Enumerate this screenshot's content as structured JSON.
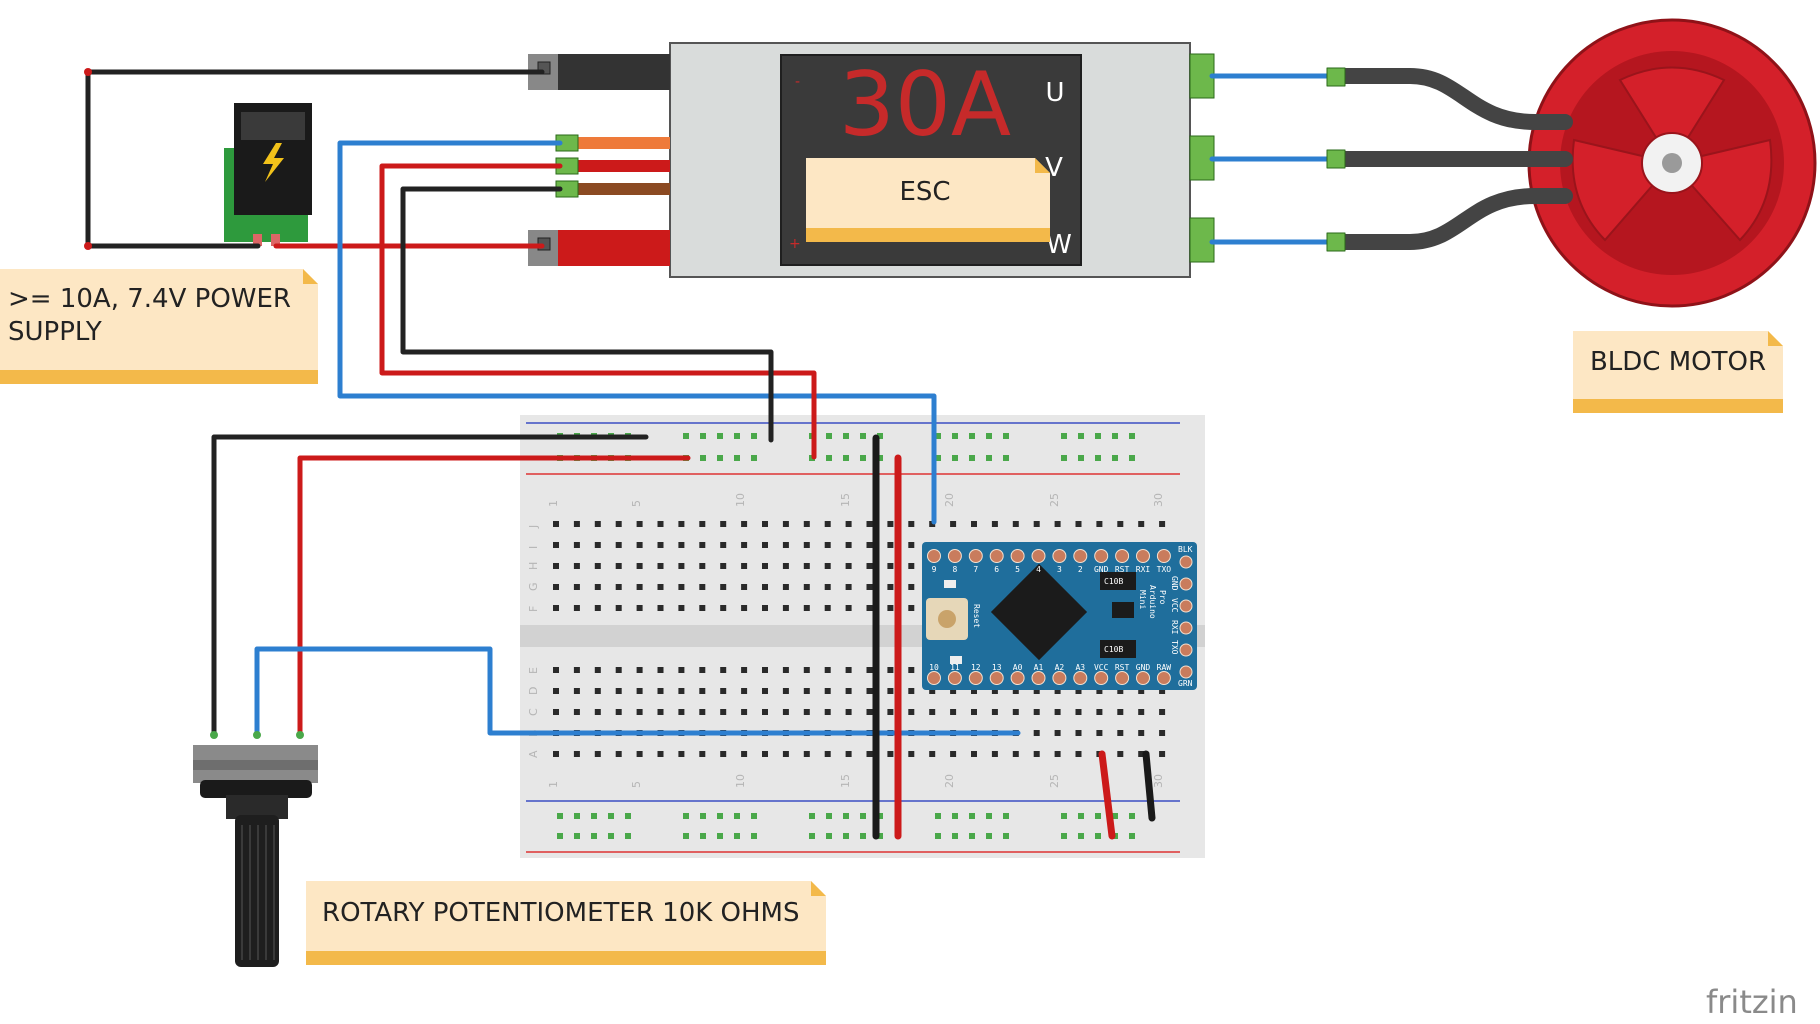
{
  "esc": {
    "rating": "30A",
    "label": "ESC",
    "phase_u": "U",
    "phase_v": "V",
    "phase_w": "W",
    "minus": "-",
    "plus": "+"
  },
  "notes": {
    "power_supply": {
      "line1": ">= 10A, 7.4V POWER",
      "line2": "SUPPLY"
    },
    "motor": "BLDC MOTOR",
    "potentiometer": "ROTARY POTENTIOMETER 10K OHMS"
  },
  "breadboard": {
    "columns_top": [
      "1",
      "5",
      "10",
      "15",
      "20",
      "25",
      "30"
    ],
    "columns_bottom": [
      "1",
      "5",
      "10",
      "15",
      "20",
      "25",
      "30"
    ],
    "rows_upper": [
      "J",
      "I",
      "H",
      "G",
      "F"
    ],
    "rows_lower": [
      "E",
      "D",
      "C",
      "B",
      "A"
    ]
  },
  "arduino": {
    "top_pins": [
      "9",
      "8",
      "7",
      "6",
      "5",
      "4",
      "3",
      "2",
      "GND",
      "RST",
      "RXI",
      "TXO"
    ],
    "bottom_pins": [
      "10",
      "11",
      "12",
      "13",
      "A0",
      "A1",
      "A2",
      "A3",
      "VCC",
      "RST",
      "GND",
      "RAW"
    ],
    "side_labels": [
      "BLK",
      "GND",
      "VCC",
      "RXI",
      "TXO",
      "GRN"
    ],
    "board_text": [
      "Arduino",
      "Pro",
      "Mini"
    ],
    "reset_label": "Reset",
    "cap_label": "C10B"
  },
  "watermark": "fritzin",
  "colors": {
    "wire_black": "#222222",
    "wire_red": "#cc1a1a",
    "wire_blue": "#2d7fd0",
    "wire_orange": "#ee7a3a",
    "wire_brown": "#8b4a22",
    "esc_body": "#d9dcdb",
    "esc_display": "#3a3a3a",
    "esc_digits": "#c62a2a",
    "note_fill": "#fde7c4",
    "note_band": "#f3b94a",
    "motor_red": "#d4202a",
    "arduino_blue": "#1f6e9c",
    "breadboard": "#e6e6e6"
  }
}
